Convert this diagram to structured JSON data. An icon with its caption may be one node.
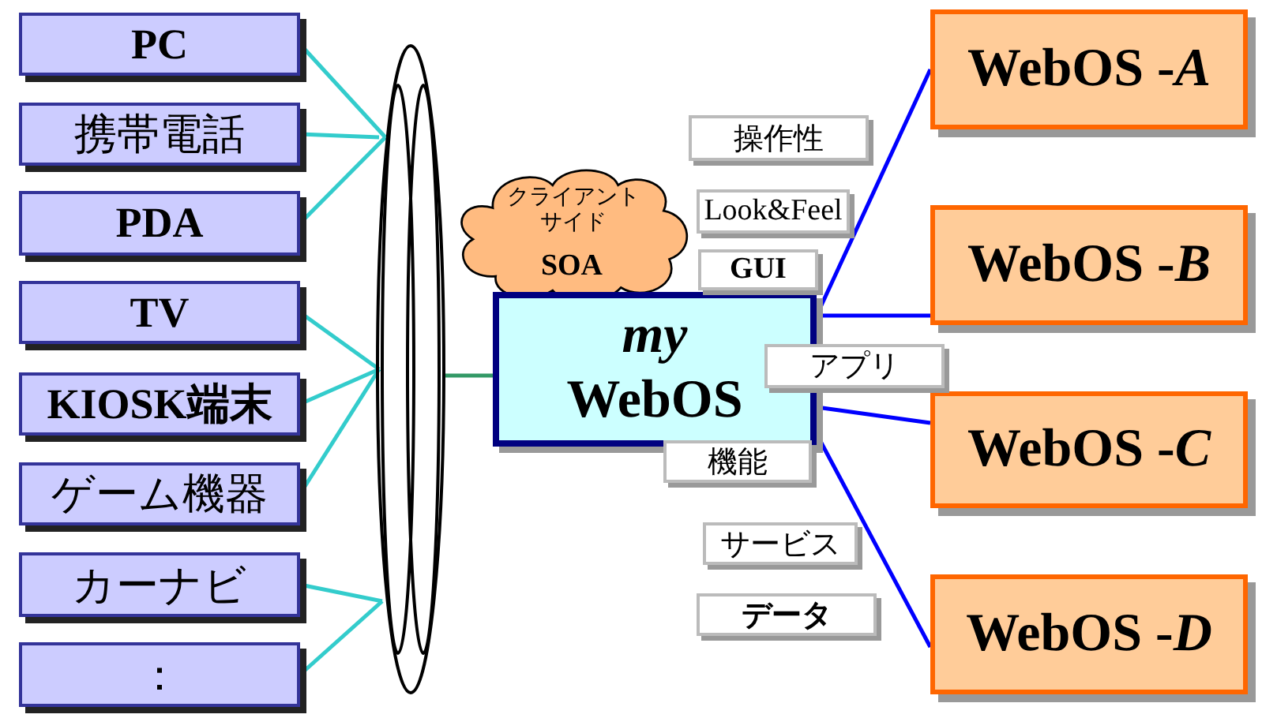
{
  "diagram": {
    "nodes": [
      {
        "text": [
          "PC"
        ]
      },
      {
        "text": [
          "携帯電話"
        ]
      },
      {
        "text": [
          "PDA"
        ]
      },
      {
        "text": [
          "TV"
        ]
      },
      {
        "text": [
          "KIOSK端末"
        ]
      },
      {
        "text": [
          "ゲーム機器"
        ]
      },
      {
        "text": [
          "カーナビ"
        ]
      },
      {
        "text": [
          "："
        ]
      },
      {
        "text": [],
        "shape": "ellipse"
      },
      {
        "text": [
          "クライアントサイド",
          "SOA"
        ]
      },
      {
        "text": [
          "*my* WebOS"
        ]
      },
      {
        "text": [
          "WebOS -*A*"
        ]
      },
      {
        "text": [
          "WebOS -*B*"
        ]
      },
      {
        "text": [
          "WebOS -*C*"
        ]
      },
      {
        "text": [
          "WebOS -*D*"
        ]
      },
      {
        "text": [
          "操作性"
        ]
      },
      {
        "text": [
          "Look&Feel"
        ]
      },
      {
        "text": [
          "GUI"
        ]
      },
      {
        "text": [
          "アプリ"
        ]
      },
      {
        "text": [
          "機能"
        ]
      },
      {
        "text": [
          "サービス"
        ]
      },
      {
        "text": [
          "データ"
        ]
      }
    ],
    "edges": [
      {
        "from": 0,
        "to": 8,
        "arrow": "none"
      },
      {
        "from": 1,
        "to": 8,
        "arrow": "none"
      },
      {
        "from": 2,
        "to": 8,
        "arrow": "none"
      },
      {
        "from": 3,
        "to": 8,
        "arrow": "none"
      },
      {
        "from": 4,
        "to": 8,
        "arrow": "none"
      },
      {
        "from": 5,
        "to": 8,
        "arrow": "none"
      },
      {
        "from": 6,
        "to": 8,
        "arrow": "none"
      },
      {
        "from": 7,
        "to": 8,
        "arrow": "none"
      },
      {
        "from": 8,
        "to": 10,
        "arrow": "none",
        "color": "#339966"
      },
      {
        "from": 10,
        "to": 11,
        "arrow": "none",
        "color": "#0000ff"
      },
      {
        "from": 10,
        "to": 12,
        "arrow": "none",
        "color": "#0000ff"
      },
      {
        "from": 10,
        "to": 13,
        "arrow": "none",
        "color": "#0000ff"
      },
      {
        "from": 10,
        "to": 14,
        "arrow": "none",
        "color": "#0000ff"
      }
    ]
  }
}
